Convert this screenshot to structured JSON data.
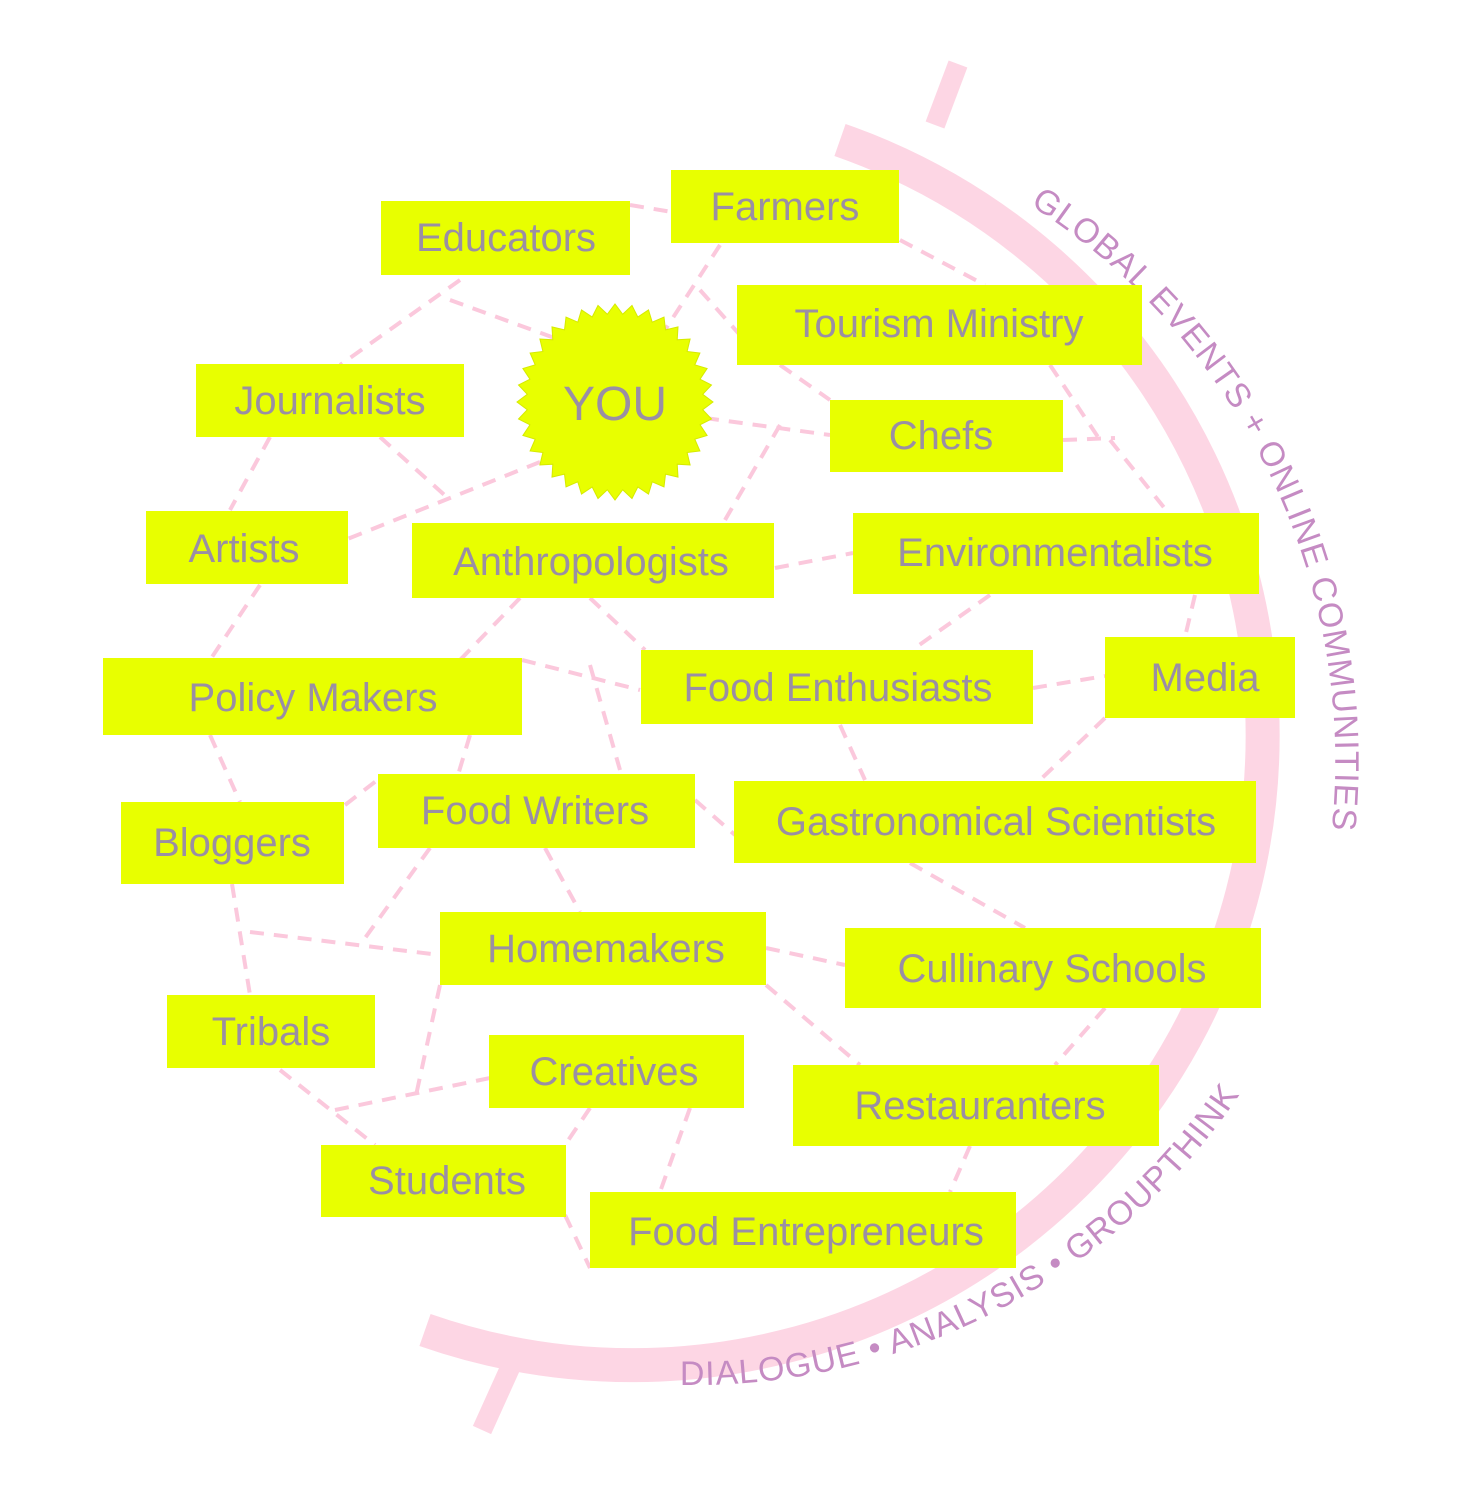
{
  "center": {
    "label": "YOU"
  },
  "ring": {
    "label_global": "GLOBAL EVENTS + ONLINE COMMUNITIES",
    "label_process": "DIALOGUE • ANALYSIS • GROUPTHINK"
  },
  "nodes": [
    {
      "id": "farmers",
      "label": "Farmers"
    },
    {
      "id": "educators",
      "label": "Educators"
    },
    {
      "id": "tourism",
      "label": "Tourism Ministry"
    },
    {
      "id": "journalists",
      "label": "Journalists"
    },
    {
      "id": "chefs",
      "label": "Chefs"
    },
    {
      "id": "artists",
      "label": "Artists"
    },
    {
      "id": "anthropologists",
      "label": "Anthropologists"
    },
    {
      "id": "environmentalists",
      "label": "Environmentalists"
    },
    {
      "id": "media",
      "label": "Media"
    },
    {
      "id": "policy",
      "label": "Policy Makers"
    },
    {
      "id": "enthusiasts",
      "label": "Food Enthusiasts"
    },
    {
      "id": "bloggers",
      "label": "Bloggers"
    },
    {
      "id": "writers",
      "label": "Food Writers"
    },
    {
      "id": "scientists",
      "label": "Gastronomical Scientists"
    },
    {
      "id": "homemakers",
      "label": "Homemakers"
    },
    {
      "id": "schools",
      "label": "Cullinary Schools"
    },
    {
      "id": "tribals",
      "label": "Tribals"
    },
    {
      "id": "creatives",
      "label": "Creatives"
    },
    {
      "id": "restauranters",
      "label": "Restauranters"
    },
    {
      "id": "students",
      "label": "Students"
    },
    {
      "id": "entrepreneurs",
      "label": "Food Entrepreneurs"
    }
  ],
  "colors": {
    "box": "#e8ff00",
    "text": "#9a8fa4",
    "edge": "#fbc8dc",
    "ring": "#fdd6e4",
    "ring_text": "#c58bc3"
  }
}
